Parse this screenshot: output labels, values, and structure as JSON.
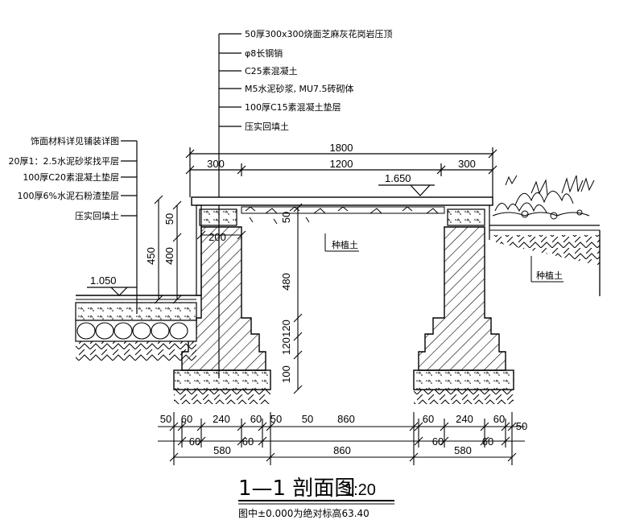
{
  "top_callouts": [
    "50厚300x300烧面芝麻灰花岗岩压顶",
    "φ8长钢销",
    "C25素混凝土",
    "M5水泥砂浆, MU7.5砖砌体",
    "100厚C15素混凝土垫层",
    "压实回填土"
  ],
  "left_callouts": [
    "饰面材料详见铺装详图",
    "20厚1：2.5水泥砂浆找平层",
    "100厚C20素混凝土垫层",
    "100厚6%水泥石粉渣垫层",
    "压实回填土"
  ],
  "top_dims": {
    "overall": "1800",
    "left": "300",
    "mid": "1200",
    "right": "300"
  },
  "levels": {
    "top": "1.650",
    "ground": "1.050"
  },
  "vertical_dims": {
    "outer": "450",
    "inner": "400",
    "coping": "50",
    "pier": "480",
    "step1": "120",
    "step2": "120",
    "footing": "100"
  },
  "pier_width": "200",
  "soil_labels": [
    "种植土",
    "种植土"
  ],
  "bottom_dims_row1": [
    "50",
    "60",
    "240",
    "60",
    "50",
    "50",
    "860",
    "60",
    "240",
    "60",
    "50"
  ],
  "bottom_dims_row2": [
    "60",
    "60",
    "60",
    "60"
  ],
  "bottom_dims_row3": [
    "580",
    "860",
    "580"
  ],
  "title": {
    "main": "1—1 剖面图",
    "scale": "1:20"
  },
  "footnote": {
    "prefix": "图中±",
    "value": "0.000",
    "middle": "为绝对标高",
    "absolute": "63.40"
  }
}
